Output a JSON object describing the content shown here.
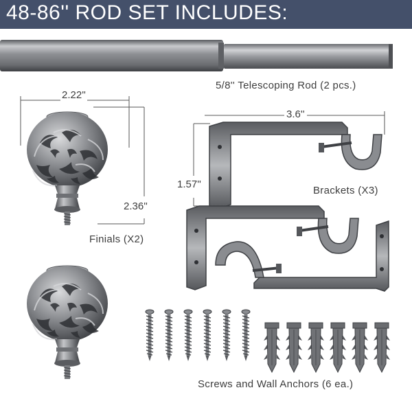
{
  "header": {
    "title": "48-86'' ROD SET INCLUDES:",
    "background": "#44506a",
    "text_color": "#ffffff"
  },
  "components": {
    "rod": {
      "label": "5/8'' Telescoping Rod (2 pcs.)",
      "icon": "telescoping-rod-icon"
    },
    "finials": {
      "label": "Finials (X2)",
      "width_dimension": "2.22''",
      "height_dimension": "2.36''",
      "icon": "finial-icon"
    },
    "brackets": {
      "label": "Brackets (X3)",
      "width_dimension": "3.6''",
      "height_dimension": "1.57''",
      "icon": "bracket-icon"
    },
    "hardware": {
      "label": "Screws and Wall Anchors (6 ea.)",
      "screw_icon": "screw-icon",
      "anchor_icon": "wall-anchor-icon"
    }
  },
  "colors": {
    "metal": "#8a8c90",
    "metal_dark": "#4a4c50",
    "text": "#3d3d3d"
  }
}
